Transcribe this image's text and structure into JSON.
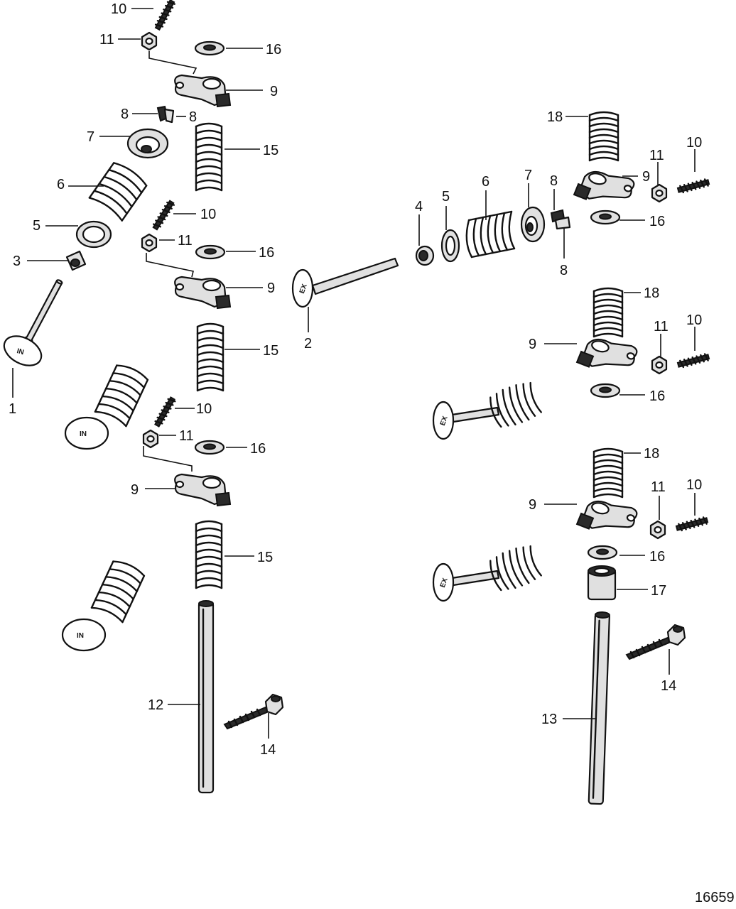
{
  "figure": {
    "title": "Valve train / rocker arm exploded view",
    "figure_number": "16659"
  },
  "callouts": {
    "c1": "1",
    "c2": "2",
    "c3": "3",
    "c4": "4",
    "c5": "5",
    "c6": "6",
    "c7": "7",
    "c8": "8",
    "c9": "9",
    "c10": "10",
    "c11": "11",
    "c12": "12",
    "c13": "13",
    "c14": "14",
    "c15": "15",
    "c16": "16",
    "c17": "17",
    "c18": "18"
  },
  "stamps": {
    "intake": "IN",
    "exhaust": "EX"
  }
}
